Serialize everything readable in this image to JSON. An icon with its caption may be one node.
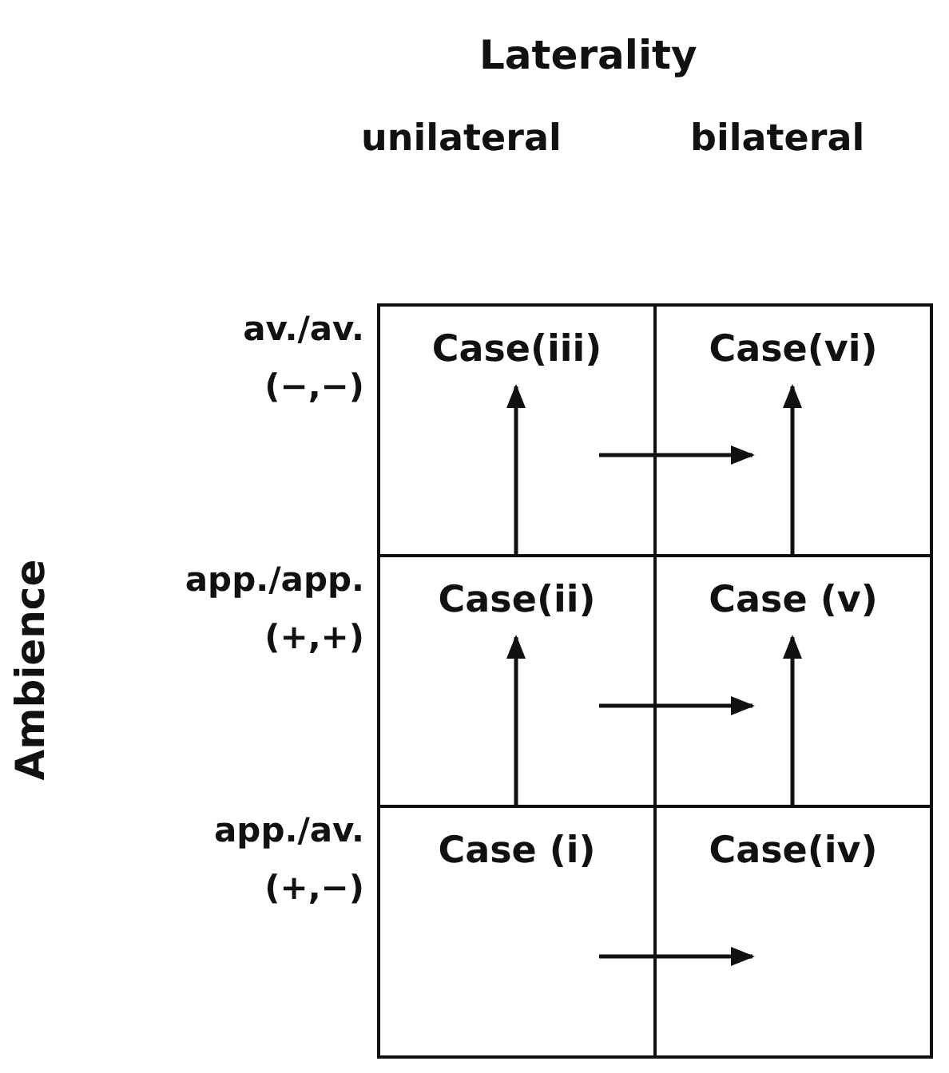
{
  "diagram": {
    "nodes": [
      {
        "text": [
          "Case(iii)"
        ]
      },
      {
        "text": [
          "Case(vi)"
        ]
      },
      {
        "text": [
          "Case(ii)"
        ]
      },
      {
        "text": [
          "Case (v)"
        ]
      },
      {
        "text": [
          "Case (i)"
        ]
      },
      {
        "text": [
          "Case(iv)"
        ]
      }
    ],
    "edges": [
      {
        "from": 4,
        "to": 2,
        "arrow": "to"
      },
      {
        "from": 2,
        "to": 0,
        "arrow": "to"
      },
      {
        "from": 5,
        "to": 3,
        "arrow": "to"
      },
      {
        "from": 3,
        "to": 1,
        "arrow": "to"
      },
      {
        "from": 0,
        "to": 1,
        "arrow": "to"
      },
      {
        "from": 2,
        "to": 3,
        "arrow": "to"
      },
      {
        "from": 4,
        "to": 5,
        "arrow": "to"
      }
    ],
    "labels": [
      "Laterality",
      "unilateral",
      "bilateral",
      "Ambience",
      "av./av. (−,−)",
      "app./app. (+,+)",
      "app./av. (+,−)"
    ]
  }
}
